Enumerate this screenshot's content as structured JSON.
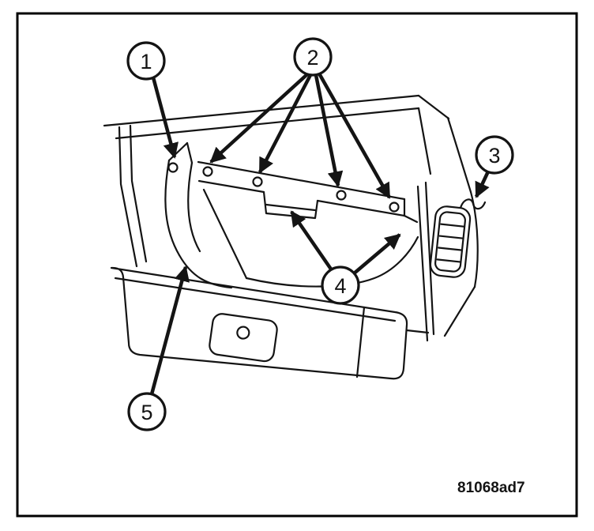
{
  "figure": {
    "code": "81068ad7",
    "callouts": [
      {
        "id": 1,
        "label": "1"
      },
      {
        "id": 2,
        "label": "2"
      },
      {
        "id": 3,
        "label": "3"
      },
      {
        "id": 4,
        "label": "4"
      },
      {
        "id": 5,
        "label": "5"
      }
    ],
    "colors": {
      "ink": "#141414",
      "background": "#ffffff"
    }
  }
}
